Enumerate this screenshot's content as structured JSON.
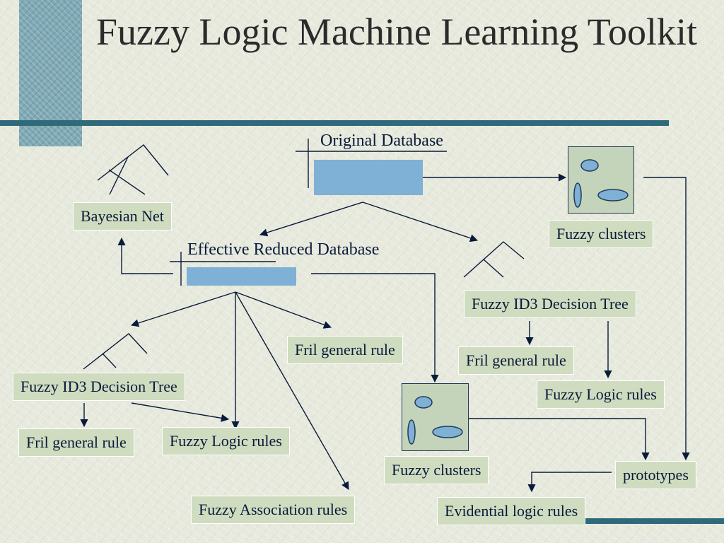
{
  "slide": {
    "title": "Fuzzy Logic Machine Learning Toolkit"
  },
  "labels": {
    "original_database": "Original Database",
    "effective_reduced_database": "Effective Reduced Database"
  },
  "boxes": {
    "bayesian_net": "Bayesian Net",
    "fuzzy_clusters_top": "Fuzzy clusters",
    "fuzzy_id3_right": "Fuzzy ID3 Decision Tree",
    "fril_general_rule_middle": "Fril general rule",
    "fril_general_rule_right": "Fril general rule",
    "fuzzy_logic_rules_right": "Fuzzy Logic rules",
    "fuzzy_id3_left": "Fuzzy ID3 Decision Tree",
    "fril_general_rule_left": "Fril general rule",
    "fuzzy_logic_rules_left": "Fuzzy Logic rules",
    "fuzzy_clusters_bottom": "Fuzzy clusters",
    "prototypes": "prototypes",
    "fuzzy_association_rules": "Fuzzy Association rules",
    "evidential_logic_rules": "Evidential logic rules"
  },
  "colors": {
    "accent": "#2f6a7a",
    "box_fill": "#cfdcc0",
    "database_bar": "#7fb0d6",
    "arrow": "#0a1a3a"
  }
}
